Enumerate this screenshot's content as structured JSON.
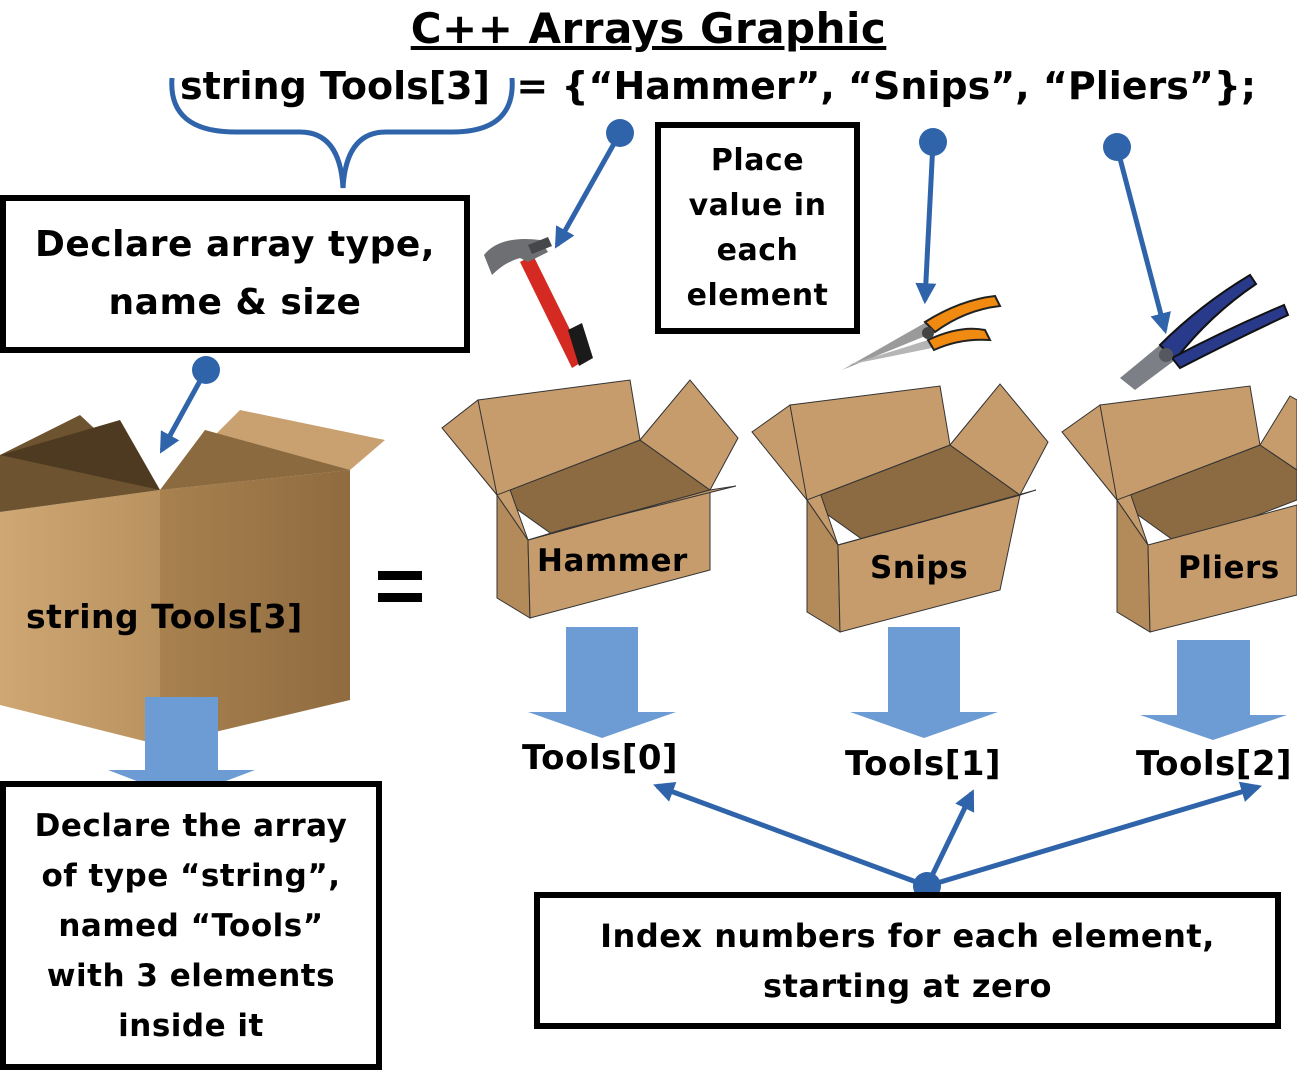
{
  "title": "C++ Arrays Graphic",
  "code_line": "string Tools[3]  = {“Hammer”, “Snips”, “Pliers”};",
  "labels": {
    "declare_box": [
      "Declare array type,",
      "name & size"
    ],
    "place_value": [
      "Place",
      "value in",
      "each",
      "element"
    ],
    "declare_array": [
      "Declare the array",
      "of type “string”,",
      "named “Tools”",
      "with 3 elements",
      "inside it"
    ],
    "index_numbers": [
      "Index numbers for each element,",
      "starting at zero"
    ]
  },
  "big_box_label": "string Tools[3]",
  "equals_sign": "=",
  "elements": [
    {
      "value": "Hammer",
      "index_label": "Tools[0]",
      "tool_icon": "hammer-icon"
    },
    {
      "value": "Snips",
      "index_label": "Tools[1]",
      "tool_icon": "snips-icon"
    },
    {
      "value": "Pliers",
      "index_label": "Tools[2]",
      "tool_icon": "pliers-icon"
    }
  ],
  "colors": {
    "connector_blue": "#2f64aa",
    "down_arrow_fill": "#6d9bd3",
    "cardboard": "#c69c6d",
    "cardboard_dark": "#a87d4f",
    "hammer_handle": "#e02020",
    "tool_handle_orange": "#f08a10",
    "tool_handle_blue": "#2a3a8a"
  }
}
